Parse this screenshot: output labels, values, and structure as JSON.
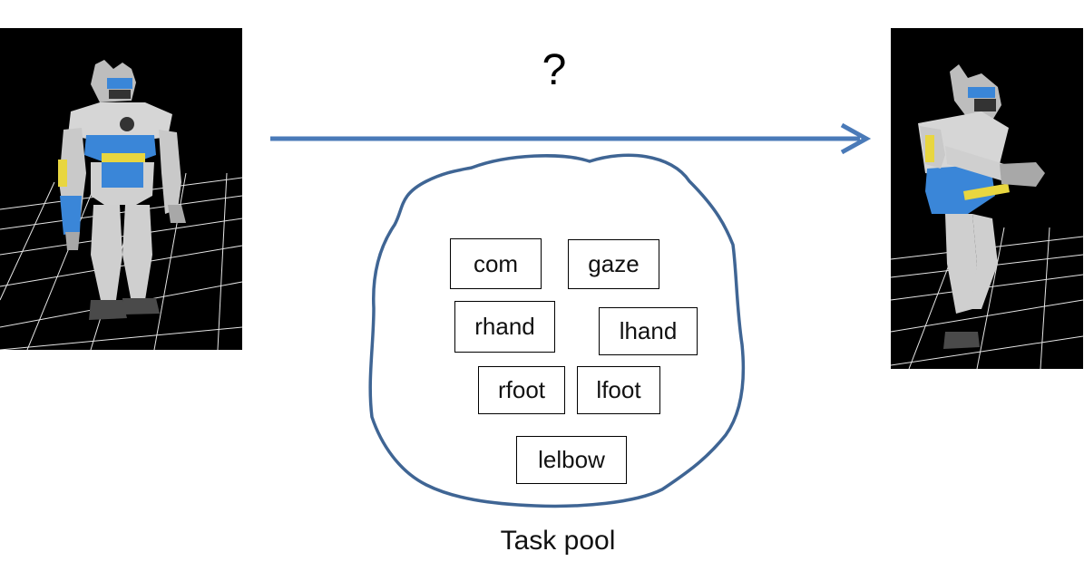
{
  "question_mark": "?",
  "pool": {
    "label": "Task pool",
    "tasks": [
      "com",
      "gaze",
      "rhand",
      "lhand",
      "rfoot",
      "lfoot",
      "lelbow"
    ]
  },
  "colors": {
    "arrow": "#4a7ab8",
    "pool_outline": "#3f6594",
    "robot_blue": "#3a86d8",
    "robot_gray": "#c9c9c9",
    "robot_yellow": "#e8d640",
    "scene_bg": "#000000"
  },
  "images": {
    "left": "robot-standing-image",
    "right": "robot-leaning-image"
  }
}
